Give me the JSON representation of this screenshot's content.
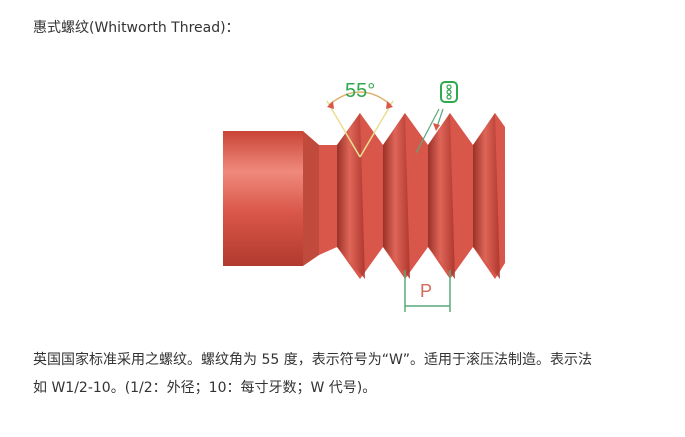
{
  "heading": "惠式螺纹(Whitworth Thread)：",
  "figure": {
    "angle_label": "55°",
    "pitch_label": "P",
    "symbol_icon": "thread-symbol-icon",
    "colors": {
      "thread": "#d9574a",
      "thread_dark": "#a8322a",
      "thread_light": "#ef8a7c",
      "angle_lines": "#e8e090",
      "label_green": "#2fa84f",
      "pitch_lines": "#5aa87a",
      "pitch_text": "#d06a5a",
      "arrow": "#d9574a"
    }
  },
  "paragraph": {
    "line1": "英国国家标准采用之螺纹。螺纹角为 55 度，表示符号为“W”。适用于滚压法制造。表示法",
    "line2": "如 W1/2-10。(1/2：外径；10：每寸牙数；W 代号)。"
  }
}
